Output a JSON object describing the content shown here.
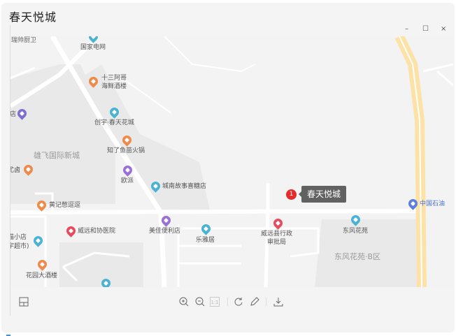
{
  "title": "春天悦城",
  "window_controls": {
    "minimize": "–",
    "maximize": "☐",
    "close": "×"
  },
  "map": {
    "marker": {
      "number": "1",
      "label": "春天悦城",
      "color": "#e52b2b"
    },
    "areas": [
      "雄飞国际新城",
      "东风花苑·B区"
    ],
    "pois": [
      {
        "label": "瑞帅厨卫",
        "icon": "none"
      },
      {
        "label": "国家电网",
        "icon": "building-icon",
        "color": "#4ab3d4"
      },
      {
        "label": "十三阿哥",
        "label2": "海鲜酒楼",
        "icon": "food-icon",
        "color": "#f08a4b"
      },
      {
        "label": "创宇·春天花城",
        "icon": "building-icon",
        "color": "#4ab3d4"
      },
      {
        "label": "知了鱼苗火锅",
        "icon": "food-icon",
        "color": "#f08a4b"
      },
      {
        "label": "欧派",
        "icon": "shop-icon",
        "color": "#9a6fd6"
      },
      {
        "label": "城南故事喜糖店",
        "icon": "place-icon",
        "color": "#4ab3d4"
      },
      {
        "label": "店",
        "icon": "hotel-icon",
        "color": "#7b6fd6"
      },
      {
        "label": "尤卤",
        "icon": "restaurant-icon",
        "color": "#f08a4b"
      },
      {
        "label": "黄记憋逗逗",
        "icon": "restaurant-icon",
        "color": "#f08a4b"
      },
      {
        "label": "威远和协医院",
        "icon": "hospital-icon",
        "color": "#e84b5c"
      },
      {
        "label": "美佳便利店",
        "icon": "shop-icon",
        "color": "#9a6fd6"
      },
      {
        "label": "乐雅居",
        "icon": "building-icon",
        "color": "#4ab3d4"
      },
      {
        "label": "猫小店",
        "label2": "宇超市)",
        "icon": "place-icon",
        "color": "#4ab3d4"
      },
      {
        "label": "花园大酒楼",
        "icon": "food-icon",
        "color": "#f08a4b"
      },
      {
        "label": "",
        "icon": "building-icon",
        "color": "#4ab3d4"
      },
      {
        "label": "中国石油",
        "icon": "gas-station-icon",
        "color": "#5b7fe0"
      },
      {
        "label": "威远县行政",
        "label2": "审批局",
        "icon": "government-icon",
        "color": "#e84b5c"
      },
      {
        "label": "东风花苑",
        "icon": "building-icon",
        "color": "#4ab3d4"
      }
    ]
  },
  "toolbar": {
    "one_to_one": "1:1"
  }
}
